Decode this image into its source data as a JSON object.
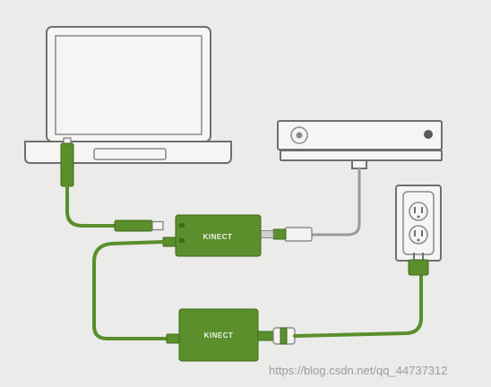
{
  "labels": {
    "adapter": "KINECT",
    "power_supply": "KINECT"
  },
  "watermark": "https://blog.csdn.net/qq_44737312",
  "colors": {
    "background": "#ebebe9",
    "device_green": "#5a8f2c",
    "outline": "#6f6f6f",
    "sensor_cable": "#9a9a9a"
  }
}
